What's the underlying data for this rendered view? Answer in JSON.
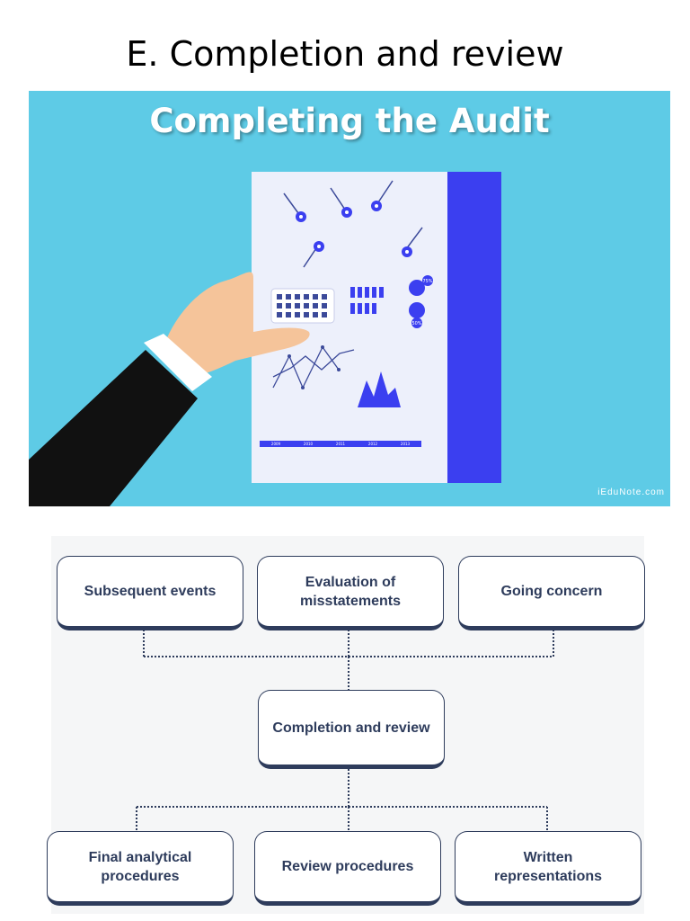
{
  "slide": {
    "title": "E. Completion and review"
  },
  "banner": {
    "heading": "Completing the Audit",
    "watermark": "iEduNote.com",
    "chart_years": [
      "2009",
      "2010",
      "2011",
      "2012",
      "2013"
    ],
    "badges": [
      "75%",
      "50%"
    ],
    "colors": {
      "background": "#5ecbe6",
      "accent_blue": "#3b3ff0",
      "sleeve": "#111111",
      "hand": "#f5c49a"
    }
  },
  "diagram": {
    "top_nodes": [
      {
        "label": "Subsequent events"
      },
      {
        "label_line1": "Evaluation of",
        "label_line2": "misstatements"
      },
      {
        "label": "Going concern"
      }
    ],
    "center_node": {
      "label": "Completion and review"
    },
    "bottom_nodes": [
      {
        "label_line1": "Final analytical",
        "label_line2": "procedures"
      },
      {
        "label": "Review procedures"
      },
      {
        "label_line1": "Written",
        "label_line2": "representations"
      }
    ],
    "colors": {
      "node_text": "#2e3c5c",
      "node_border": "#2e3c5c",
      "connector": "#2e3c5c"
    }
  }
}
